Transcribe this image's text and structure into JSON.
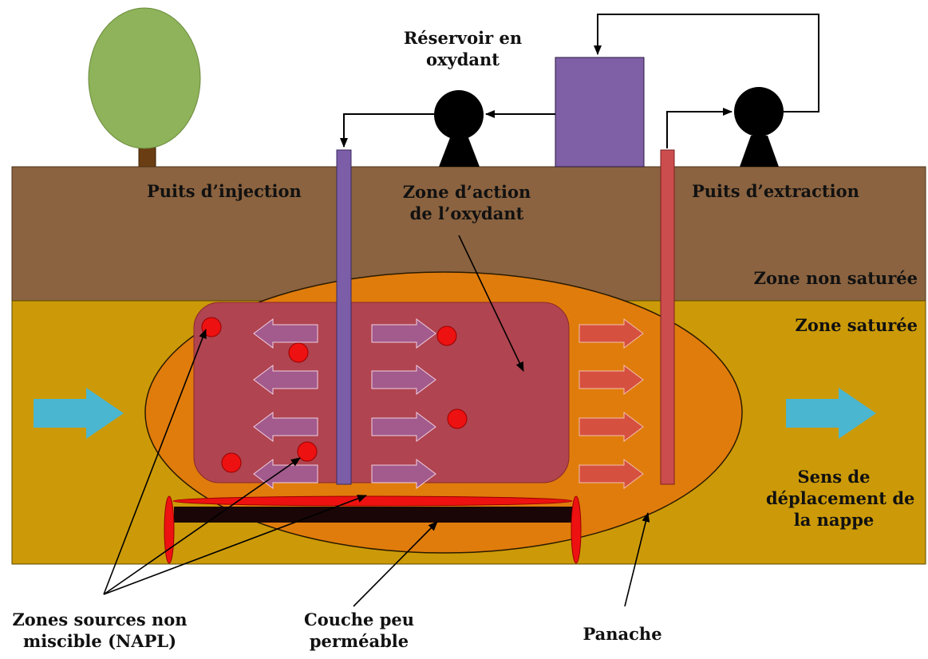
{
  "labels": {
    "reservoir": [
      "Réservoir en",
      "oxydant"
    ],
    "injection_well": "Puits d’injection",
    "oxidant_zone": [
      "Zone d’action",
      "de l’oxydant"
    ],
    "extraction_well": "Puits d’extraction",
    "unsaturated_zone": "Zone non saturée",
    "saturated_zone": "Zone saturée",
    "flow_direction": [
      "Sens de",
      "déplacement de",
      "la nappe"
    ],
    "napl": [
      "Zones sources non",
      "miscible (NAPL)"
    ],
    "low_perm_layer": [
      "Couche peu",
      "perméable"
    ],
    "plume": "Panache"
  },
  "colors": {
    "unsaturated_soil": "#8b6340",
    "saturated_soil": "#cc9a08",
    "plume": "#e07c0c",
    "oxidant_zone": "#b04450",
    "injection_well": "#7b5ea7",
    "extraction_well": "#cc4d4d",
    "reservoir": "#7f5fa5",
    "napl": "#ee1111",
    "groundwater_arrow": "#4ab6d0",
    "tree_crown": "#8eb35a",
    "tree_trunk": "#6b3d12",
    "pump": "#000000"
  }
}
